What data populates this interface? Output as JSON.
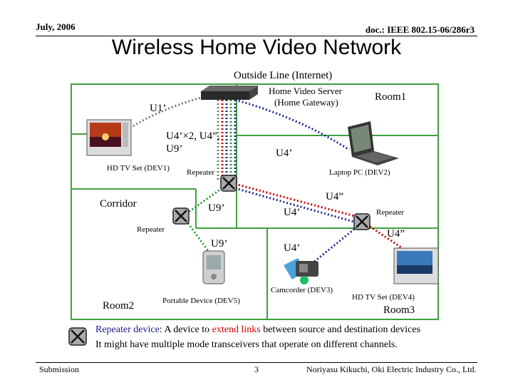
{
  "header": {
    "date": "July, 2006",
    "doc": "doc.: IEEE 802.15-06/286r3"
  },
  "title": "Wireless Home Video Network",
  "labels": {
    "outside_line": "Outside Line (Internet)",
    "server": "Home Video Server",
    "server_sub": "(Home Gateway)",
    "room1": "Room1",
    "u1": "U1’",
    "u4x2_line1": "U4’×2, U4”,",
    "u4x2_line2": "U9’",
    "u4_laptop": "U4’",
    "hdtv1": "HD TV Set (DEV1)",
    "repeater_top": "Repeater",
    "laptop": "Laptop PC (DEV2)",
    "corridor": "Corridor",
    "u9_mid": "U9’",
    "u4_double_mid": "U4”",
    "u4_mid": "U4’",
    "repeater_right": "Repeater",
    "repeater_left": "Repeater",
    "u9_low": "U9’",
    "u4_double_right": "U4”",
    "u4_low": "U4’",
    "camcorder": "Camcorder (DEV3)",
    "hdtv4": "HD TV Set (DEV4)",
    "room2": "Room2",
    "portable": "Portable Device (DEV5)",
    "room3": "Room3"
  },
  "legend": {
    "line1_prefix": "Repeater device",
    "line1_colon": ": A device to ",
    "line1_extend": "extend links",
    "line1_rest": " between  source and destination devices",
    "line2": "It might have multiple mode transceivers that operate on different channels."
  },
  "footer": {
    "left": "Submission",
    "page": "3",
    "right": "Noriyasu Kikuchi, Oki Electric Industry Co., Ltd."
  },
  "colors": {
    "wall": "#3fa03f",
    "link_red": "#cc0000",
    "link_blue": "#1a2a8c",
    "link_green": "#2a9a2a",
    "link_gray": "#777777",
    "legend_blue": "#1a1a8c",
    "legend_red": "#cc0000"
  },
  "icons": [
    "hdtv-icon",
    "server-icon",
    "laptop-icon",
    "repeater-icon",
    "camcorder-icon",
    "portable-device-icon"
  ]
}
